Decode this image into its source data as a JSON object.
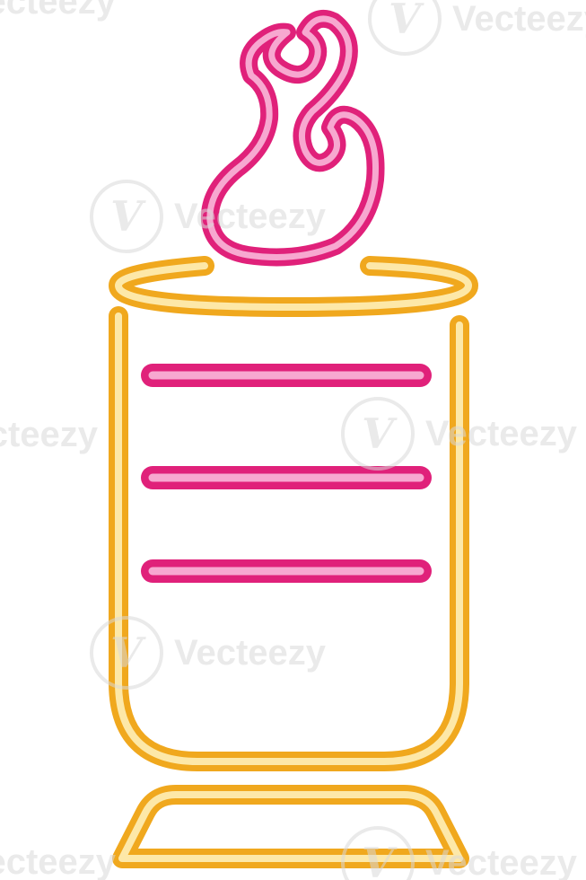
{
  "image": {
    "subject": "neon-candle",
    "background_color": "#ffffff",
    "colors": {
      "flame_outer": "#e0217a",
      "flame_inner": "#f7a8d0",
      "stripe_outer": "#e0217a",
      "stripe_inner": "#f7a8d0",
      "candle_outer": "#f0a81e",
      "candle_inner": "#fde8a8"
    },
    "stripes_count": 3
  },
  "watermark": {
    "text": "Vecteezy",
    "logo_glyph": "V",
    "color": "#d9d9d9"
  }
}
